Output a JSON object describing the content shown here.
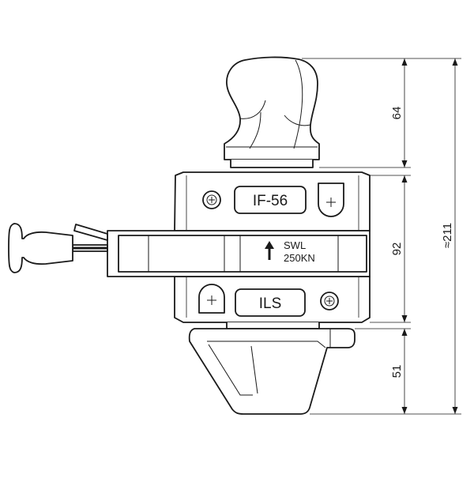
{
  "drawing": {
    "label_top": "IF-56",
    "label_bottom": "ILS",
    "swl_line1": "SWL",
    "swl_line2": "250KN",
    "dimensions": {
      "top_height": "64",
      "body_height": "92",
      "bottom_height": "51",
      "overall_height": "≈211"
    },
    "colors": {
      "line": "#1a1a1a",
      "background": "#ffffff"
    },
    "icons": {
      "screw": "cross-screw-icon",
      "plus": "plus-mark",
      "arrow": "up-arrow-icon"
    }
  }
}
